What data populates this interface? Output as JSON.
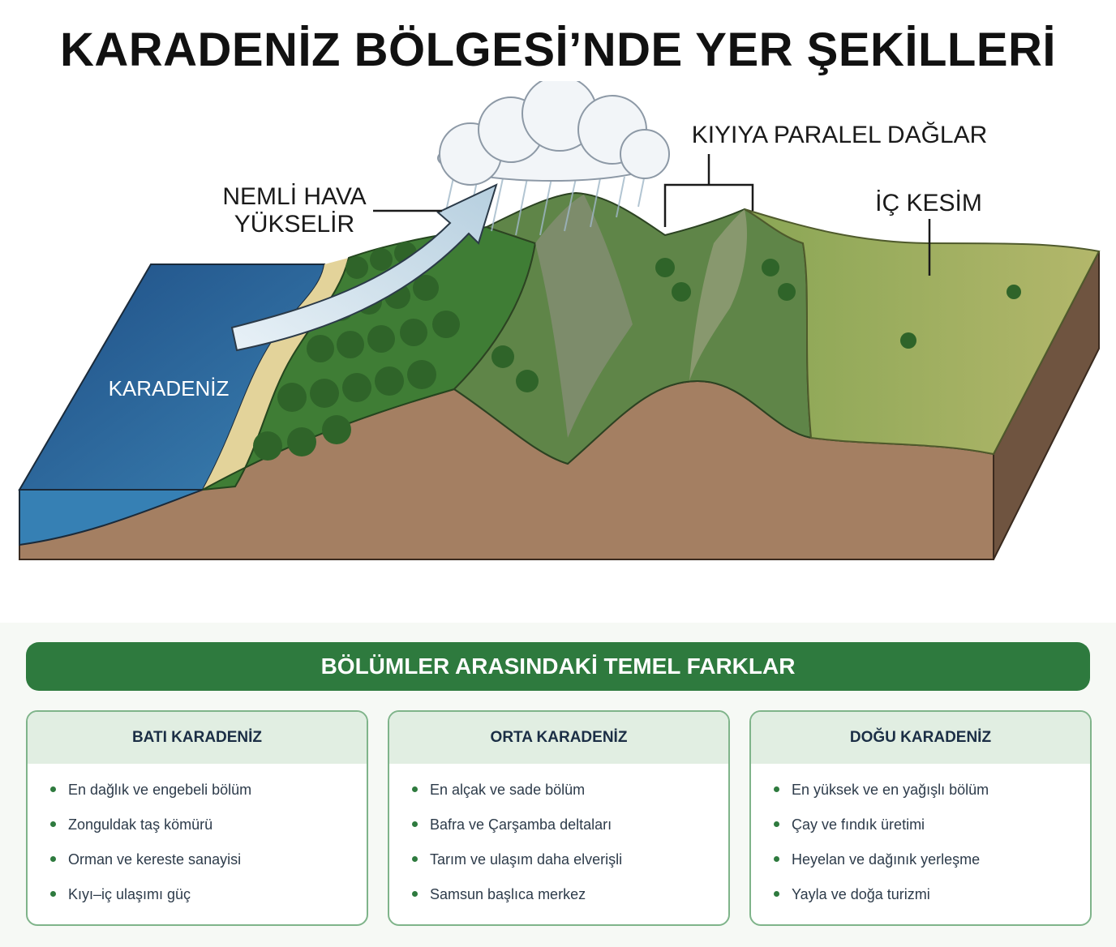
{
  "title": "KARADENİZ BÖLGESİ’NDE YER ŞEKİLLERİ",
  "diagram": {
    "labels": {
      "sea": "KARADENİZ",
      "moist_air_line1": "NEMLİ HAVA",
      "moist_air_line2": "YÜKSELİR",
      "parallel_mountains": "KIYIYA PARALEL DAĞLAR",
      "interior": "İÇ KESİM"
    },
    "colors": {
      "sea": "#2a6496",
      "forest": "#3f7d35",
      "mountain": "#6b8a55",
      "plateau": "#a9b566",
      "soil": "#a47f62"
    }
  },
  "panel": {
    "banner": "BÖLÜMLER ARASINDAKİ TEMEL FARKLAR",
    "cards": [
      {
        "title": "BATI KARADENİZ",
        "items": [
          "En dağlık ve engebeli bölüm",
          "Zonguldak taş kömürü",
          "Orman ve kereste sanayisi",
          "Kıyı–iç ulaşımı güç"
        ]
      },
      {
        "title": "ORTA KARADENİZ",
        "items": [
          "En alçak ve sade bölüm",
          "Bafra ve Çarşamba deltaları",
          "Tarım ve ulaşım daha elverişli",
          "Samsun başlıca merkez"
        ]
      },
      {
        "title": "DOĞU KARADENİZ",
        "items": [
          "En yüksek ve en yağışlı bölüm",
          "Çay ve fındık üretimi",
          "Heyelan ve dağınık yerleşme",
          "Yayla ve doğa turizmi"
        ]
      }
    ]
  }
}
